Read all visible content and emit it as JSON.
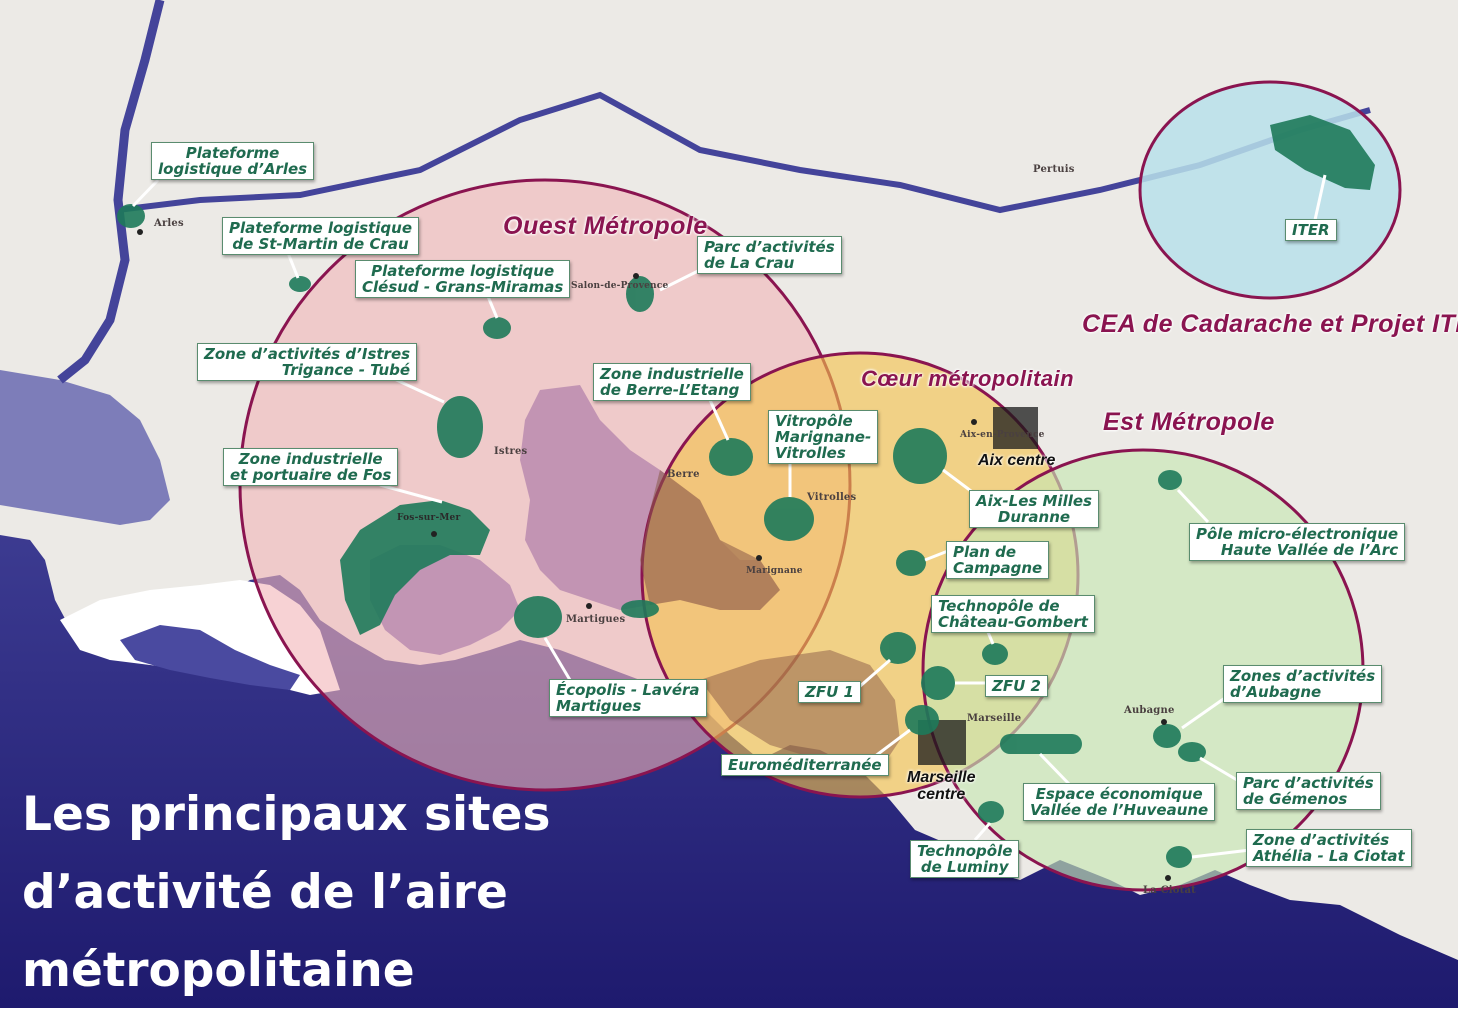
{
  "title": {
    "lines": [
      "Les principaux sites",
      "d’activité de l’aire",
      "métropolitaine"
    ]
  },
  "zones": {
    "ouest": "Ouest Métropole",
    "coeur": "Cœur métropolitain",
    "est": "Est Métropole",
    "cea": "CEA de Cadarache et Projet ITER"
  },
  "centers": {
    "aix": "Aix centre",
    "marseille": [
      "Marseille",
      "centre"
    ]
  },
  "towns": {
    "arles": "Arles",
    "pertuis": "Pertuis",
    "salon": "Salon-de-Provence",
    "istres": "Istres",
    "fos": "Fos-sur-Mer",
    "berre": "Berre",
    "vitrolles": "Vitrolles",
    "marignane": "Marignane",
    "martigues": "Martigues",
    "aix": "Aix-en-Provence",
    "marseille": "Marseille",
    "aubagne": "Aubagne",
    "laciotat": "La Ciotat"
  },
  "sites": {
    "arles": [
      "Plateforme",
      "logistique d’Arles"
    ],
    "stmartin": [
      "Plateforme logistique",
      "de St-Martin de Crau"
    ],
    "clesud": [
      "Plateforme logistique",
      "Clésud - Grans-Miramas"
    ],
    "lacrau": [
      "Parc d’activités",
      "de La Crau"
    ],
    "istres": [
      "Zone d’activités d’Istres",
      "Trigance - Tubé"
    ],
    "fos": [
      "Zone industrielle",
      "et portuaire de Fos"
    ],
    "berre": [
      "Zone industrielle",
      "de Berre-L’Etang"
    ],
    "vitropole": [
      "Vitropôle",
      "Marignane-",
      "Vitrolles"
    ],
    "aixmilles": [
      "Aix-Les Milles",
      "Duranne"
    ],
    "plancampagne": [
      "Plan de",
      "Campagne"
    ],
    "chateaugombert": [
      "Technopôle de",
      "Château-Gombert"
    ],
    "zfu1": "ZFU 1",
    "zfu2": "ZFU 2",
    "ecopolis": [
      "Écopolis - Lavéra",
      "Martigues"
    ],
    "euromed": "Euroméditerranée",
    "huveaune": [
      "Espace économique",
      "Vallée de l’Huveaune"
    ],
    "luminy": [
      "Technopôle",
      "de Luminy"
    ],
    "micro": [
      "Pôle micro-électronique",
      "Haute Vallée de l’Arc"
    ],
    "aubagne": [
      "Zones d’activités",
      "d’Aubagne"
    ],
    "gemenos": [
      "Parc d’activités",
      "de Gémenos"
    ],
    "athelia": [
      "Zone d’activités",
      "Athélia - La Ciotat"
    ],
    "iter": "ITER"
  },
  "colors": {
    "sea": "#3b3a8f",
    "land": "#eceae6",
    "ouest_fill": "#f2b4b8",
    "coeur_fill": "#f4c24a",
    "est_fill": "#c8e6b4",
    "cea_fill": "#b8e0ea",
    "circle_stroke": "#8a1450",
    "site_green": "#1e7a5a",
    "label_text": "#1f6b4f"
  }
}
